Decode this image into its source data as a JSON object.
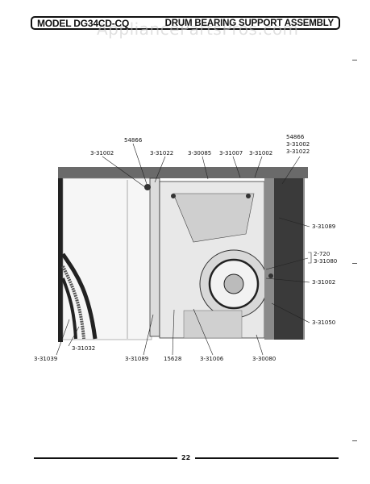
{
  "header": {
    "model": "MODEL DG34CD-CQ",
    "title": "DRUM BEARING SUPPORT ASSEMBLY",
    "watermark": "AppliancePartsPros.com"
  },
  "labels": {
    "top_54866_left": "54866",
    "top_3_31002_left": "3-31002",
    "top_3_31022": "3-31022",
    "top_3_30085": "3-30085",
    "top_3_31007": "3-31007",
    "top_3_31002_mid": "3-31002",
    "right_54866": "54866",
    "right_3_31002": "3-31002",
    "right_3_31022": "3-31022",
    "right_3_31089": "3-31089",
    "right_2_720": "2-720",
    "right_3_31080": "3-31080",
    "right_3_31002_low": "3-31002",
    "right_3_31050": "3-31050",
    "bot_3_31032": "3-31032",
    "bot_3_31039": "3-31039",
    "bot_3_31089": "3-31089",
    "bot_15628": "15628",
    "bot_3_31006": "3-31006",
    "bot_3_30080": "3-30080"
  },
  "footer": {
    "page": "22"
  }
}
